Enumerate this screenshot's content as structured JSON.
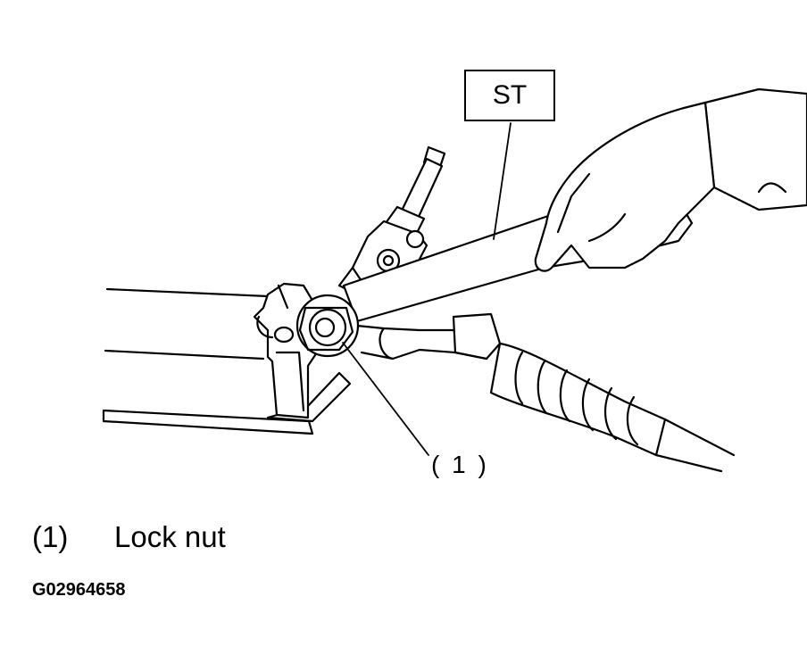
{
  "figure": {
    "tool_label": "ST",
    "callout": "( 1 )",
    "legend": [
      {
        "number": "(1)",
        "text": "Lock nut"
      }
    ],
    "figure_id": "G02964658"
  }
}
